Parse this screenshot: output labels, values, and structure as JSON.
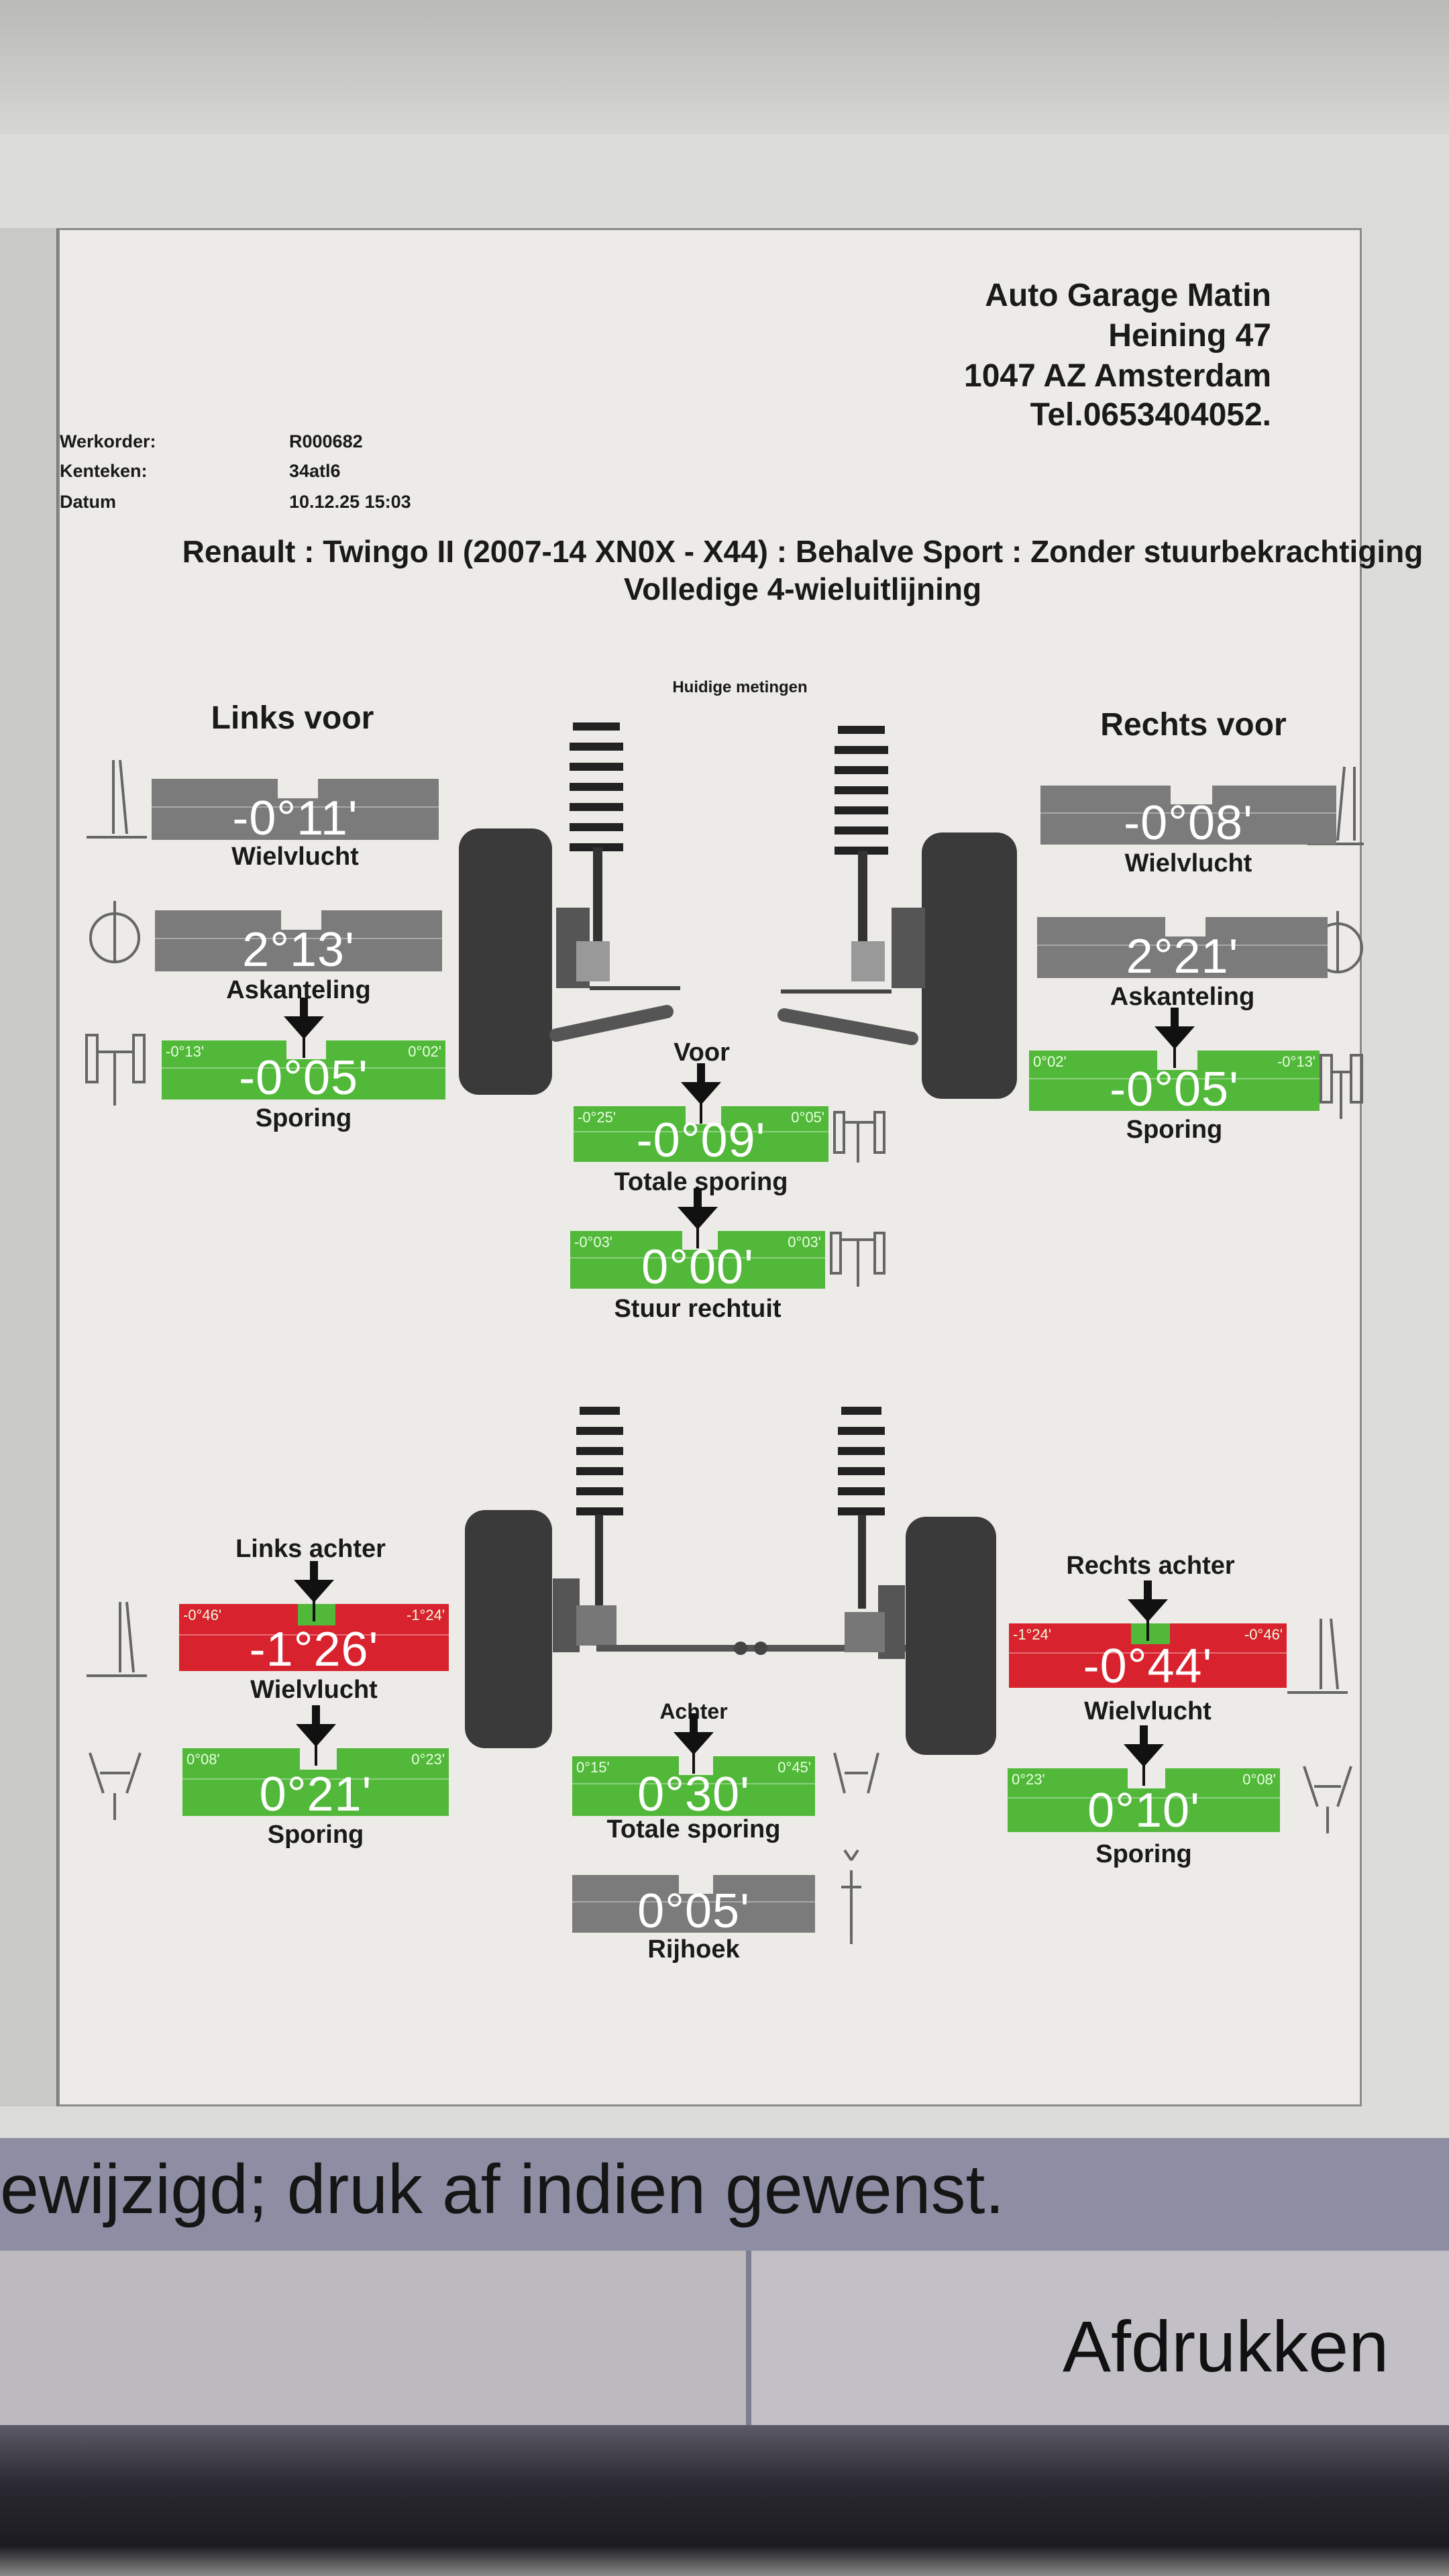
{
  "garage": {
    "name": "Auto Garage Matin",
    "street": "Heining 47",
    "city": "1047 AZ Amsterdam",
    "phone": "Tel.0653404052."
  },
  "meta": {
    "werkorder_label": "Werkorder:",
    "werkorder": "R000682",
    "kenteken_label": "Kenteken:",
    "kenteken": "34atl6",
    "datum_label": "Datum",
    "datum": "10.12.25 15:03"
  },
  "vehicle_title": "Renault : Twingo II (2007-14 XN0X - X44) : Behalve Sport : Zonder stuurbekrachtiging",
  "procedure_title": "Volledige 4-wieluitlijning",
  "section_label": "Huidige metingen",
  "headers": {
    "links_voor": "Links voor",
    "rechts_voor": "Rechts voor",
    "voor": "Voor",
    "links_achter": "Links achter",
    "rechts_achter": "Rechts achter",
    "achter": "Achter"
  },
  "colors": {
    "green": "#52b83a",
    "red": "#d8222e",
    "gray": "#7b7b7b"
  },
  "gauges": [
    {
      "id": "lv-wielvlucht",
      "label": "Wielvlucht",
      "value": "-0°11'",
      "status": "gray",
      "min": "",
      "max": ""
    },
    {
      "id": "lv-askanteling",
      "label": "Askanteling",
      "value": "2°13'",
      "status": "gray",
      "min": "",
      "max": ""
    },
    {
      "id": "lv-sporing",
      "label": "Sporing",
      "value": "-0°05'",
      "status": "green",
      "min": "-0°13'",
      "max": "0°02'"
    },
    {
      "id": "rv-wielvlucht",
      "label": "Wielvlucht",
      "value": "-0°08'",
      "status": "gray",
      "min": "",
      "max": ""
    },
    {
      "id": "rv-askanteling",
      "label": "Askanteling",
      "value": "2°21'",
      "status": "gray",
      "min": "",
      "max": ""
    },
    {
      "id": "rv-sporing",
      "label": "Sporing",
      "value": "-0°05'",
      "status": "green",
      "min": "0°02'",
      "max": "-0°13'"
    },
    {
      "id": "voor-totale-sporing",
      "label": "Totale sporing",
      "value": "-0°09'",
      "status": "green",
      "min": "-0°25'",
      "max": "0°05'"
    },
    {
      "id": "stuur-rechtuit",
      "label": "Stuur rechtuit",
      "value": "0°00'",
      "status": "green",
      "min": "-0°03'",
      "max": "0°03'"
    },
    {
      "id": "la-wielvlucht",
      "label": "Wielvlucht",
      "value": "-1°26'",
      "status": "red",
      "min": "-0°46'",
      "max": "-1°24'"
    },
    {
      "id": "la-sporing",
      "label": "Sporing",
      "value": "0°21'",
      "status": "green",
      "min": "0°08'",
      "max": "0°23'"
    },
    {
      "id": "achter-totale-sporing",
      "label": "Totale sporing",
      "value": "0°30'",
      "status": "green",
      "min": "0°15'",
      "max": "0°45'"
    },
    {
      "id": "rijhoek",
      "label": "Rijhoek",
      "value": "0°05'",
      "status": "gray",
      "min": "",
      "max": ""
    },
    {
      "id": "ra-wielvlucht",
      "label": "Wielvlucht",
      "value": "-0°44'",
      "status": "red",
      "min": "-1°24'",
      "max": "-0°46'"
    },
    {
      "id": "ra-sporing",
      "label": "Sporing",
      "value": "0°10'",
      "status": "green",
      "min": "0°23'",
      "max": "0°08'"
    }
  ],
  "status_message": "ewijzigd; druk af indien gewenst.",
  "buttons": {
    "print": "Afdrukken"
  }
}
